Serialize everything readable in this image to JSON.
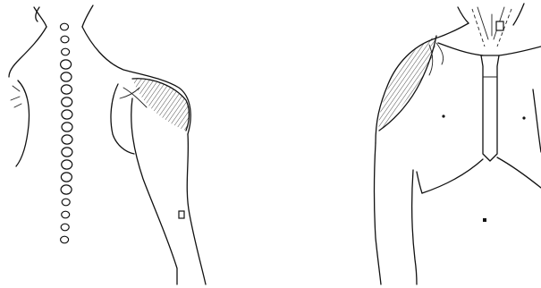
{
  "figure": {
    "views": [
      {
        "id": "posterior",
        "description_label": ""
      },
      {
        "id": "anterior",
        "description_label": ""
      }
    ],
    "vertebrae_count": 18
  }
}
